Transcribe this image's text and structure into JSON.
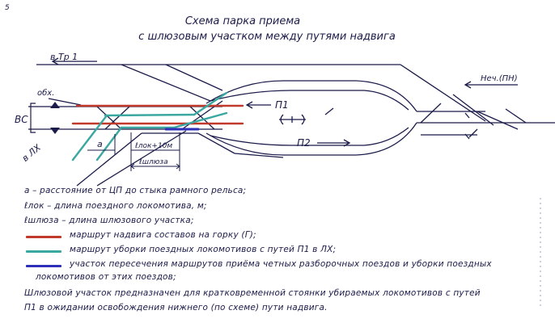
{
  "page_number": "5",
  "title_line1": "Схема парка приема",
  "title_line2": "с шлюзовым участком между путями надвига",
  "labels": {
    "to_tr1": "в Тр 1",
    "obh": "обх.",
    "vs": "ВС",
    "vlh": "в ЛХ",
    "p1": "П1",
    "p2": "П2",
    "nech": "Неч.(ПН)",
    "a": "а",
    "l_lok": "ℓлок+10м",
    "l_shl": "ℓшлюза"
  },
  "legend": {
    "line1": "а – расстояние  от  ЦП  до стыка рамного рельса;",
    "line2": "ℓлок – длина  поездного  локомотива,  м;",
    "line3": "ℓшлюза – длина  шлюзового  участка;",
    "red": "маршрут  надвига составов  на горку  (Г);",
    "teal": "маршрут  уборки  поездных  локомотивов  с путей  П1  в ЛХ;",
    "blue_1": "участок  пересечения  маршрутов  приёма  четных разборочных  поездов   и  уборки поездных",
    "blue_2": "локомотивов   от  этих  поездов;",
    "note_1": "Шлюзовой  участок   предназначен  для  кратковременной  стоянки  убираемых  локомотивов с путей",
    "note_2": "П1  в ожидании  освобождения   нижнего  (по  схеме)  пути  надвига."
  },
  "colors": {
    "ink": "#1b1b4a",
    "red": "#c0392b",
    "teal": "#3aa8a0",
    "blue": "#2d2fb8"
  }
}
